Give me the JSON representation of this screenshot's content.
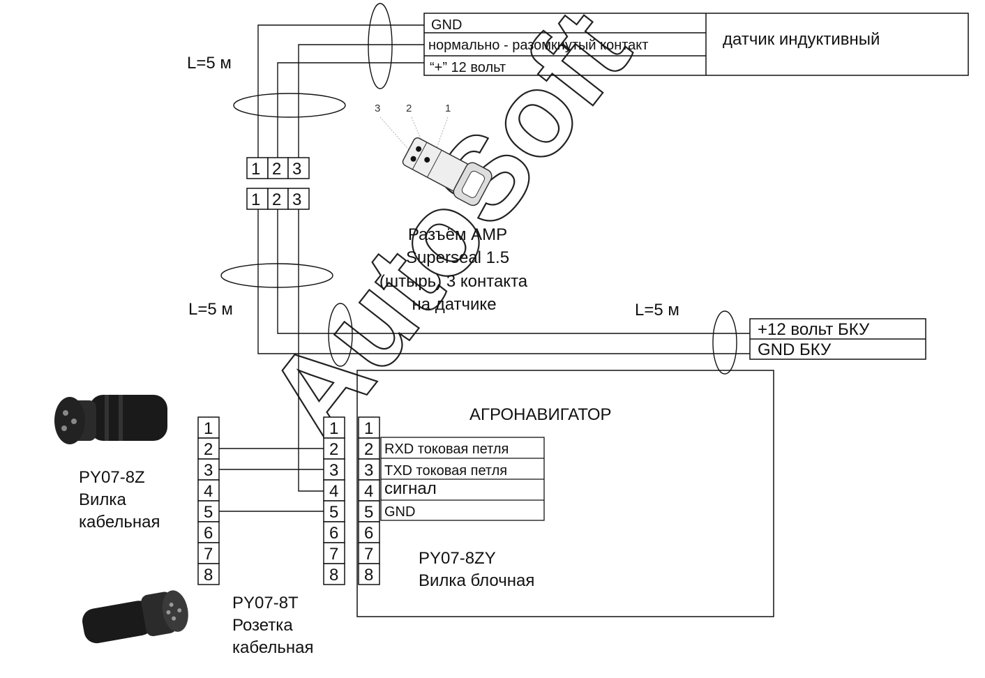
{
  "sensor": {
    "title": "датчик индуктивный",
    "rows": [
      "GND",
      "нормально - разомкнутый контакт",
      "“+” 12  вольт"
    ]
  },
  "cable_lengths": [
    "L=5 м",
    "L=5 м",
    "L=5 м"
  ],
  "terminal_pins": [
    "1",
    "2",
    "3"
  ],
  "amp_pin_labels": [
    "3",
    "2",
    "1"
  ],
  "amp_caption": [
    "Разъём AMP",
    "Superseal 1.5",
    "(штырь) 3 контакта",
    "на датчике"
  ],
  "bku": {
    "rows": [
      "+12 вольт  БКУ",
      "GND  БКУ"
    ]
  },
  "navigator": {
    "title": "АГРОНАВИГАТОР",
    "signals": [
      "RXD токовая петля",
      "TXD токовая петля",
      "сигнал",
      "GND"
    ],
    "plug_caption": [
      "PY07-8ZY",
      "Вилка блочная"
    ]
  },
  "connector_pins": [
    "1",
    "2",
    "3",
    "4",
    "5",
    "6",
    "7",
    "8"
  ],
  "plug_left_caption": [
    "PY07-8Z",
    "Вилка",
    "кабельная"
  ],
  "socket_caption": [
    "PY07-8T",
    "Розетка",
    "кабельная"
  ],
  "watermark": "AutoSoft"
}
